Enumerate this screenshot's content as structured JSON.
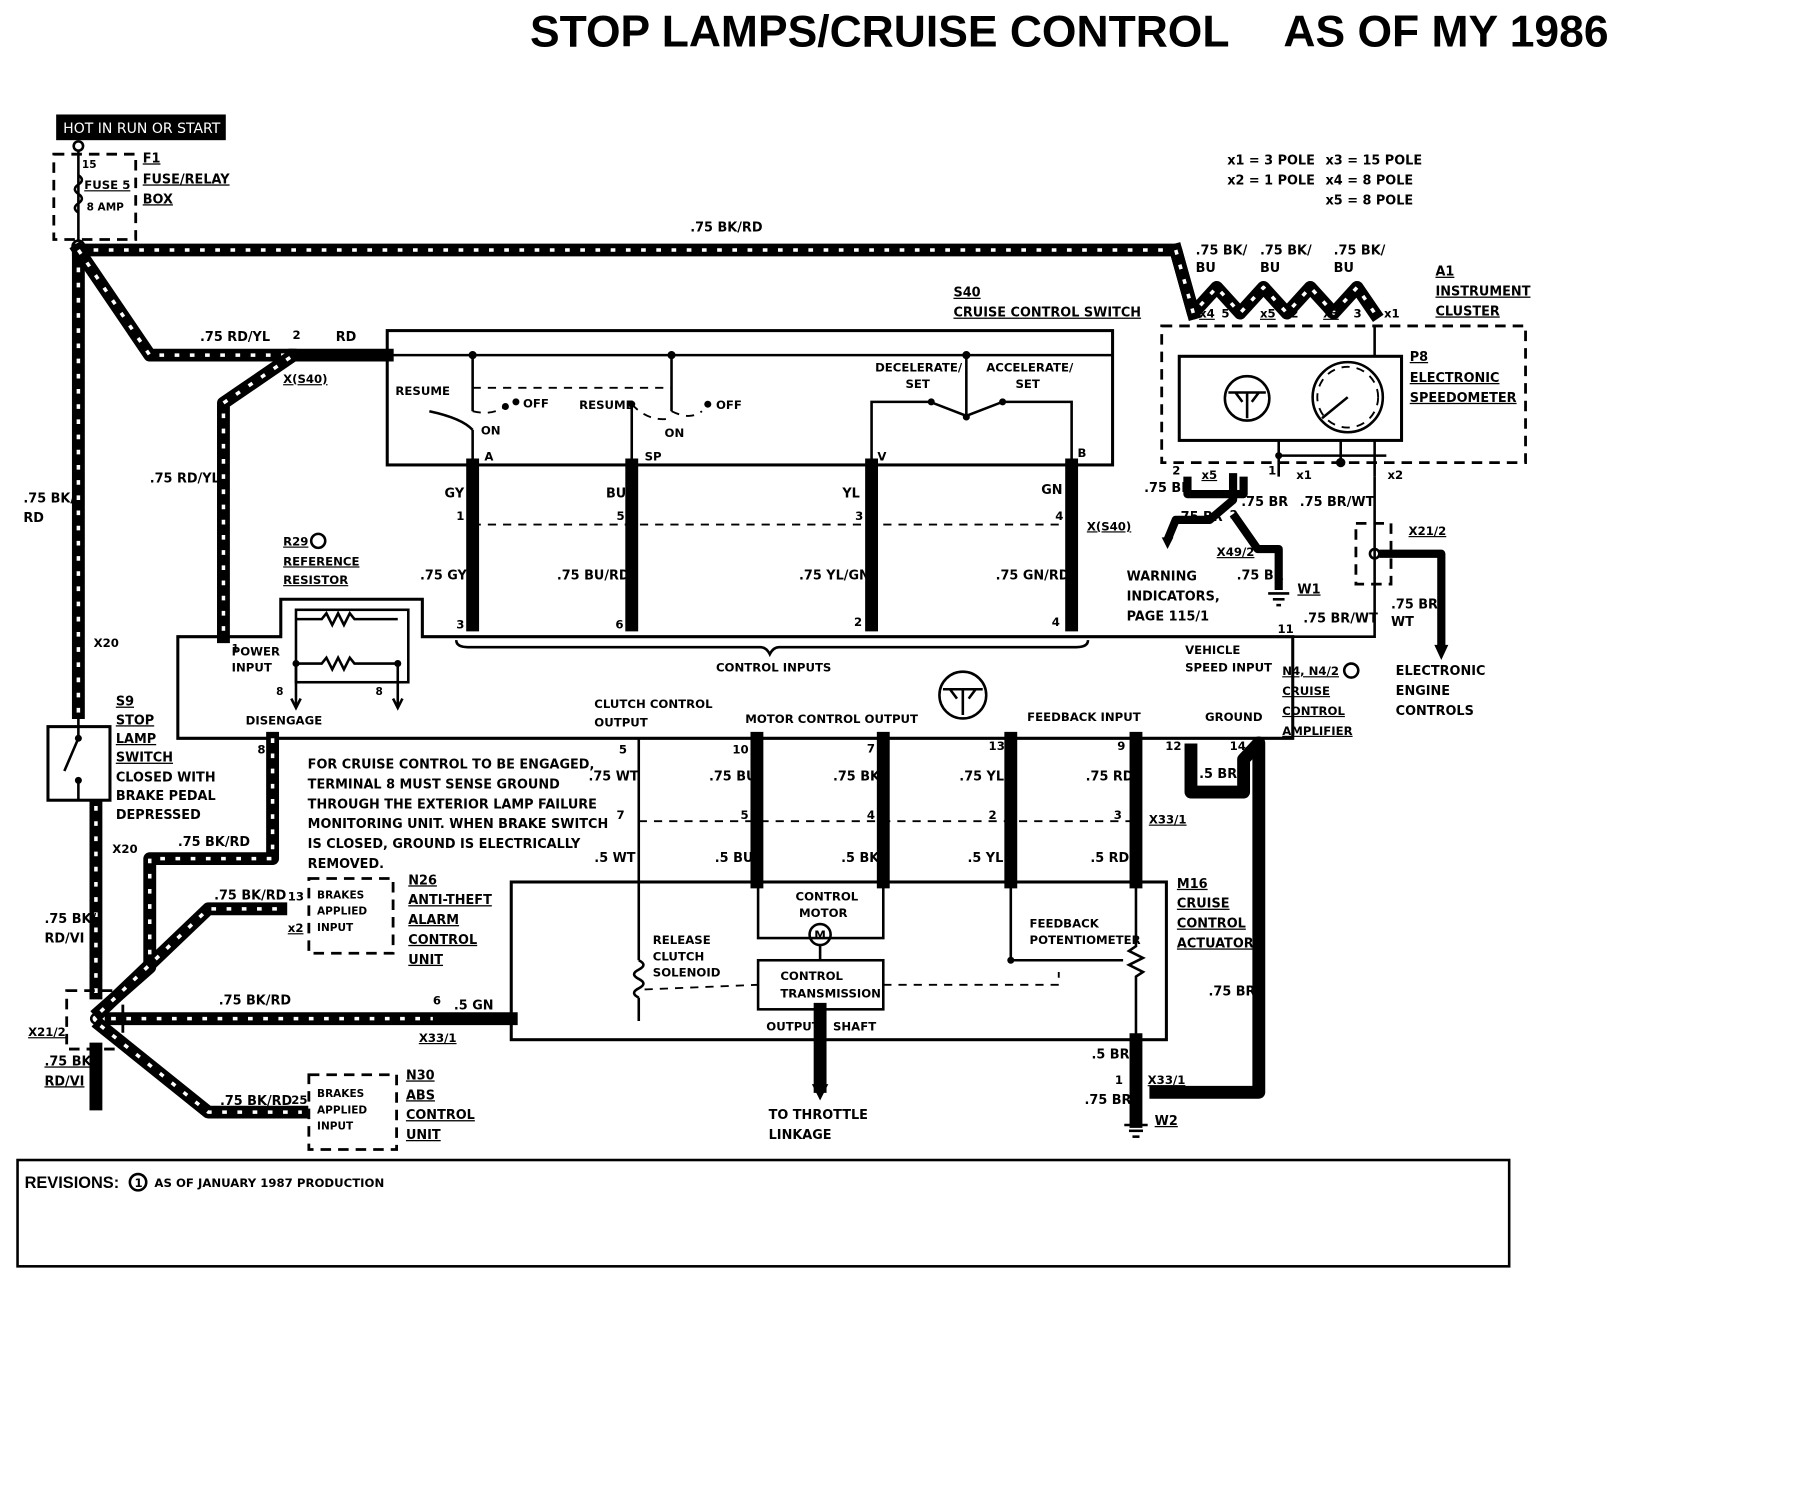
{
  "header": {
    "title": "STOP LAMPS/CRUISE CONTROL",
    "model_year": "AS OF MY 1986"
  },
  "power": {
    "label": "HOT IN RUN OR START"
  },
  "fuse_box": {
    "terminal": "15",
    "fuse": "FUSE 5",
    "rating": "8 AMP",
    "ref": "F1",
    "name_line1": "FUSE/RELAY",
    "name_line2": "BOX"
  },
  "connector_key": {
    "x1": "x1 = 3 POLE",
    "x2": "x2 = 1 POLE",
    "x3": "x3 = 15 POLE",
    "x4": "x4 = 8 POLE",
    "x5": "x5 = 8 POLE"
  },
  "instrument_cluster": {
    "ref": "A1",
    "name_line1": "INSTRUMENT",
    "name_line2": "CLUSTER",
    "speedo_ref": "P8",
    "speedo_line1": "ELECTRONIC",
    "speedo_line2": "SPEEDOMETER",
    "wire_bk_bu": ".75 BK/",
    "wire_bu": "BU",
    "pins": {
      "x4": "x4",
      "p5": "5",
      "x5": "x5",
      "p2": "2",
      "x3": "x3",
      "p3": "3",
      "x1": "x1"
    },
    "bottom_pins": {
      "p2": "2",
      "x5": "x5",
      "p1": "1",
      "x1": "x1",
      "x2": "x2"
    }
  },
  "cruise_switch": {
    "ref": "S40",
    "name": "CRUISE CONTROL SWITCH",
    "resume": "RESUME",
    "off": "OFF",
    "on": "ON",
    "decelerate_line1": "DECELERATE/",
    "decelerate_line2": "SET",
    "accelerate_line1": "ACCELERATE/",
    "accelerate_line2": "SET",
    "terminals": {
      "a": "A",
      "sp": "SP",
      "v": "V",
      "b": "B"
    },
    "connector": "X(S40)",
    "wire_colors": {
      "gy": "GY",
      "bu": "BU",
      "yl": "YL",
      "gn": "GN"
    },
    "pins": {
      "p1": "1",
      "p5": "5",
      "p3": "3",
      "p4": "4"
    }
  },
  "wires": {
    "bk_rd_top": ".75 BK/RD",
    "rd_yl": ".75 RD/YL",
    "pin2": "2",
    "rd": "RD",
    "x_s40": "X(S40)",
    "rd_yl_vert": ".75 RD/YL",
    "bk_rd_left_1": ".75 BK/",
    "bk_rd_left_2": "RD",
    "gy": ".75 GY",
    "bu_rd": ".75 BU/RD",
    "yl_gn": ".75 YL/GN",
    "gn_rd": ".75 GN/RD",
    "x20_top": "X20",
    "x20_bot": "X20",
    "bk_rd_s9": ".75 BK/RD",
    "bk_rd_vi_1": ".75 BK/",
    "bk_rd_vi_2": "RD/VI",
    "bk_rd_n26": ".75 BK/RD",
    "bk_rd_x21": ".75 BK/RD",
    "bk_rd_n30": ".75 BK/RD",
    "bk_rd_vi_bot_1": ".75 BK/",
    "bk_rd_vi_bot_2": "RD/VI",
    "x21_2_left": "X21/2"
  },
  "resistor": {
    "ref": "R29",
    "name_line1": "REFERENCE",
    "name_line2": "RESISTOR",
    "pin_a": "8",
    "pin_b": "8"
  },
  "amplifier": {
    "ref": "N4, N4/2",
    "name_line1": "CRUISE",
    "name_line2": "CONTROL",
    "name_line3": "AMPLIFIER",
    "power_input_line1": "POWER",
    "power_input_line2": "INPUT",
    "power_pin": "1",
    "disengage": "DISENGAGE",
    "control_inputs": "CONTROL INPUTS",
    "vehicle_speed_line1": "VEHICLE",
    "vehicle_speed_line2": "SPEED INPUT",
    "clutch_output_line1": "CLUTCH CONTROL",
    "clutch_output_line2": "OUTPUT",
    "motor_control": "MOTOR CONTROL OUTPUT",
    "feedback_input": "FEEDBACK INPUT",
    "ground": "GROUND",
    "top_pins": {
      "p3": "3",
      "p6": "6",
      "p2": "2",
      "p4": "4",
      "p11": "11"
    },
    "bottom_pins": {
      "p8": "8",
      "p5": "5",
      "p10": "10",
      "p7": "7",
      "p13": "13",
      "p9": "9",
      "p12": "12",
      "p14": "14"
    }
  },
  "note": {
    "line1": "FOR CRUISE CONTROL TO BE ENGAGED,",
    "line2": "TERMINAL 8 MUST SENSE GROUND",
    "line3": "THROUGH THE EXTERIOR LAMP FAILURE",
    "line4": "MONITORING UNIT. WHEN BRAKE SWITCH",
    "line5": "IS CLOSED, GROUND IS ELECTRICALLY",
    "line6": "REMOVED."
  },
  "stop_switch": {
    "ref": "S9",
    "name_line1": "STOP",
    "name_line2": "LAMP",
    "name_line3": "SWITCH",
    "desc_line1": "CLOSED WITH",
    "desc_line2": "BRAKE PEDAL",
    "desc_line3": "DEPRESSED"
  },
  "actuator_wires": {
    "wt75": ".75 WT",
    "bu75": ".75 BU",
    "bk75": ".75 BK",
    "yl75": ".75 YL",
    "rd75": ".75 RD",
    "wt5": ".5 WT",
    "bu5": ".5 BU",
    "bk5": ".5 BK",
    "yl5": ".5 YL",
    "rd5": ".5 RD",
    "pin7": "7",
    "pin5": "5",
    "pin4": "4",
    "pin2": "2",
    "pin3": "3",
    "connector": "X33/1",
    "br5": ".5 BR",
    "br75_right": ".75 BR"
  },
  "actuator": {
    "ref": "M16",
    "name_line1": "CRUISE",
    "name_line2": "CONTROL",
    "name_line3": "ACTUATOR",
    "motor_line1": "CONTROL",
    "motor_line2": "MOTOR",
    "motor_symbol": "M",
    "solenoid_line1": "RELEASE",
    "solenoid_line2": "CLUTCH",
    "solenoid_line3": "SOLENOID",
    "feedback_line1": "FEEDBACK",
    "feedback_line2": "POTENTIOMETER",
    "trans_line1": "CONTROL",
    "trans_line2": "TRANSMISSION",
    "output_shaft_1": "OUTPUT",
    "output_shaft_2": "SHAFT",
    "throttle_line1": "TO THROTTLE",
    "throttle_line2": "LINKAGE",
    "pin6": "6",
    "gn5": ".5 GN",
    "x33_1": "X33/1"
  },
  "ground_w2": {
    "br5": ".5 BR",
    "pin1": "1",
    "x33_1": "X33/1",
    "br75": ".75 BR",
    "ref": "W2"
  },
  "modules": {
    "n26_ref": "N26",
    "n26_line1": "ANTI-THEFT",
    "n26_line2": "ALARM",
    "n26_line3": "CONTROL",
    "n26_line4": "UNIT",
    "n26_pin": "13",
    "n26_conn": "x2",
    "n30_ref": "N30",
    "n30_line1": "ABS",
    "n30_line2": "CONTROL",
    "n30_line3": "UNIT",
    "n30_pin": "25",
    "brakes_line1": "BRAKES",
    "brakes_line2": "APPLIED",
    "brakes_line3": "INPUT"
  },
  "warning": {
    "br75_a": ".75 BR",
    "br75_b": ".75 BR",
    "br75_c": ".75 BR",
    "br75_d": ".75 BR",
    "br_wt": ".75 BR/WT",
    "pin2": "2",
    "x49_2": "X49/2",
    "line1": "WARNING",
    "line2": "INDICATORS,",
    "line3": "PAGE 115/1",
    "w1": "W1",
    "br_wt_b": ".75 BR/WT",
    "x21_2": "X21/2",
    "br_wt_c_1": ".75 BR/",
    "br_wt_c_2": "WT",
    "ecu_line1": "ELECTRONIC",
    "ecu_line2": "ENGINE",
    "ecu_line3": "CONTROLS"
  },
  "revisions": {
    "label": "REVISIONS:",
    "marker": "1",
    "text": "AS OF JANUARY 1987 PRODUCTION"
  }
}
